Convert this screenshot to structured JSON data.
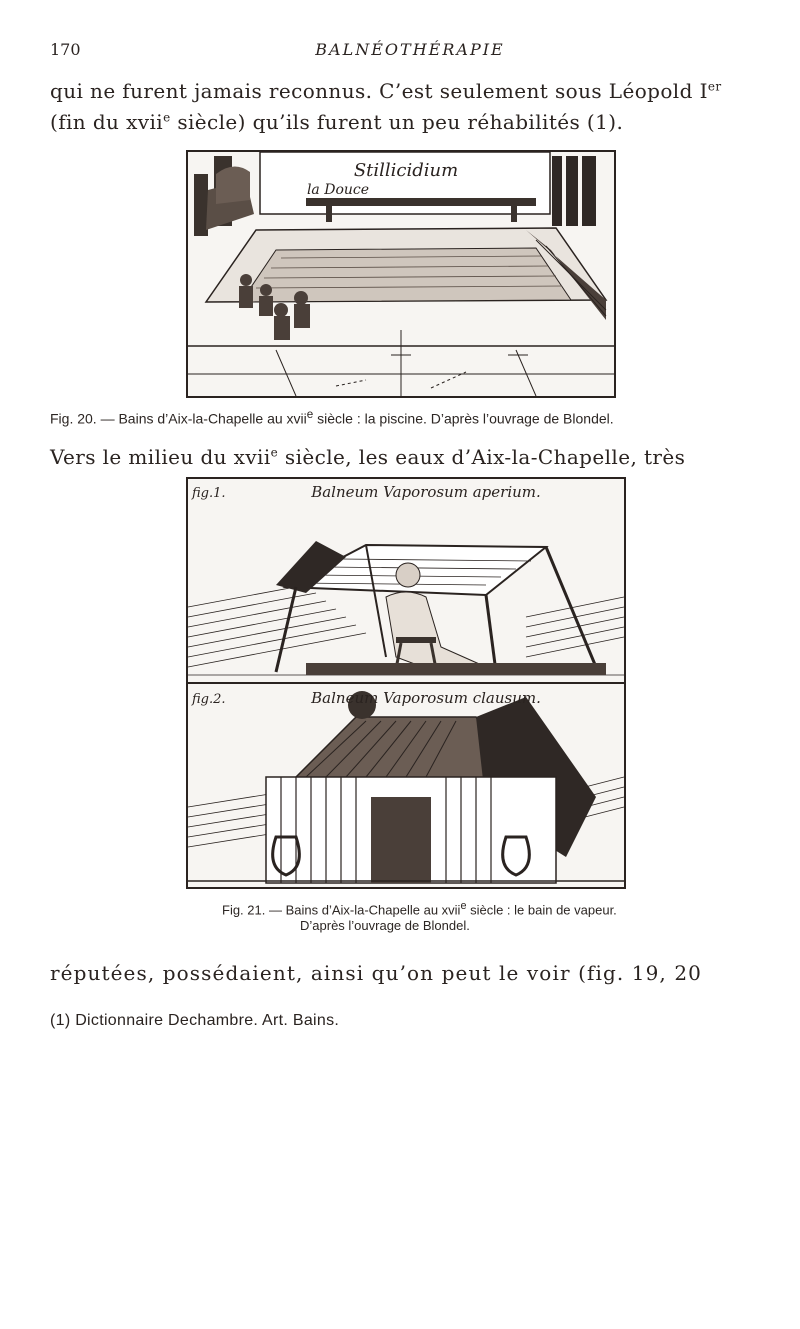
{
  "header": {
    "page_number": "170",
    "running_title": "BALNÉOTHÉRAPIE"
  },
  "body": {
    "para1_line1": "qui ne furent jamais reconnus. C’est seulement sous Léopold I",
    "para1_line1_sup": "er",
    "para1_line2_a": "(fin du xvii",
    "para1_line2_sup": "e",
    "para1_line2_b": " siècle) qu’ils furent un peu réhabilités (1).",
    "para2_line1_a": "Vers le milieu du xvii",
    "para2_line1_sup": "e",
    "para2_line1_b": " siècle, les eaux d’Aix-la-Chapelle, très",
    "para3_line1": "réputées, possédaient, ainsi qu’on peut le voir (fig. 19, 20"
  },
  "figure20": {
    "engraved_title": "Stillicidium",
    "engraved_subtitle": "la Douce",
    "caption": "Fig. 20. — Bains d’Aix-la-Chapelle au xvii",
    "caption_sup": "e",
    "caption_rest": " siècle : la piscine. D’après l’ouvrage de Blondel."
  },
  "figure21": {
    "fig1_label": "fig.1.",
    "fig1_title": "Balneum Vaporosum aperium.",
    "fig2_label": "fig.2.",
    "fig2_title": "Balneum Vaporosum clausum.",
    "caption_line1": "Fig. 21. — Bains d’Aix-la-Chapelle au xvii",
    "caption_line1_sup": "e",
    "caption_line1_rest": " siècle : le bain de vapeur.",
    "caption_line2": "D’après l’ouvrage de Blondel."
  },
  "footnote": {
    "text": "(1) Dictionnaire Dechambre. Art. Bains."
  }
}
